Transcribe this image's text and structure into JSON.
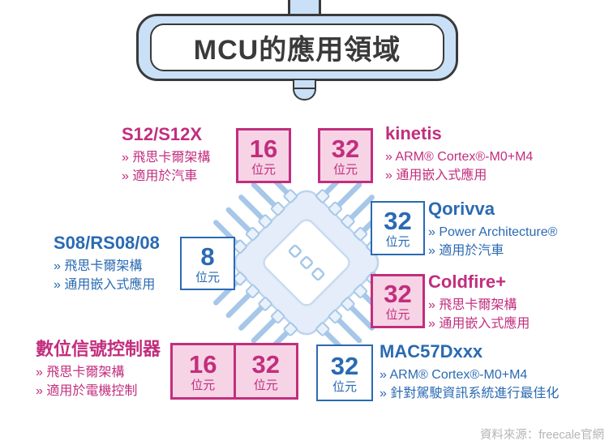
{
  "banner": {
    "title": "MCU的應用領域"
  },
  "groups": {
    "s12": {
      "title": "S12/S12X",
      "bullets": [
        "飛思卡爾架構",
        "適用於汽車"
      ]
    },
    "kinetis": {
      "title": "kinetis",
      "bullets": [
        "ARM® Cortex®-M0+M4",
        "通用嵌入式應用"
      ]
    },
    "qorivva": {
      "title": "Qorivva",
      "bullets": [
        "Power Architecture®",
        "適用於汽車"
      ]
    },
    "coldfire": {
      "title": "Coldfire+",
      "bullets": [
        "飛思卡爾架構",
        "通用嵌入式應用"
      ]
    },
    "s08": {
      "title": "S08/RS08/08",
      "bullets": [
        "飛思卡爾架構",
        "通用嵌入式應用"
      ]
    },
    "dsc": {
      "title": "數位信號控制器",
      "bullets": [
        "飛思卡爾架構",
        "適用於電機控制"
      ]
    },
    "mac57": {
      "title": "MAC57Dxxx",
      "bullets": [
        "ARM® Cortex®-M0+M4",
        "針對駕駛資訊系統進行最佳化"
      ]
    }
  },
  "bit_boxes": {
    "s12_16": {
      "value": "16",
      "unit": "位元",
      "style": "pink"
    },
    "kinetis_32": {
      "value": "32",
      "unit": "位元",
      "style": "pink"
    },
    "s08_8": {
      "value": "8",
      "unit": "位元",
      "style": "white"
    },
    "qorivva_32": {
      "value": "32",
      "unit": "位元",
      "style": "white"
    },
    "coldfire_32": {
      "value": "32",
      "unit": "位元",
      "style": "pink"
    },
    "dsc_16": {
      "value": "16",
      "unit": "位元",
      "style": "pink"
    },
    "dsc_32": {
      "value": "32",
      "unit": "位元",
      "style": "pink"
    },
    "mac57_32": {
      "value": "32",
      "unit": "位元",
      "style": "white"
    }
  },
  "source_note": "資料來源：freecale官網",
  "colors": {
    "magenta": "#c22e7e",
    "blue": "#2a6ab2",
    "pink-fill": "#f6d4e5",
    "light-blue": "#c9e0f7",
    "ink": "#3a3a3a",
    "gray": "#b5b5b5",
    "chip-line": "#a6c7e8",
    "chip-body": "#e4edf9",
    "chip-edge": "#bdd4ef"
  }
}
